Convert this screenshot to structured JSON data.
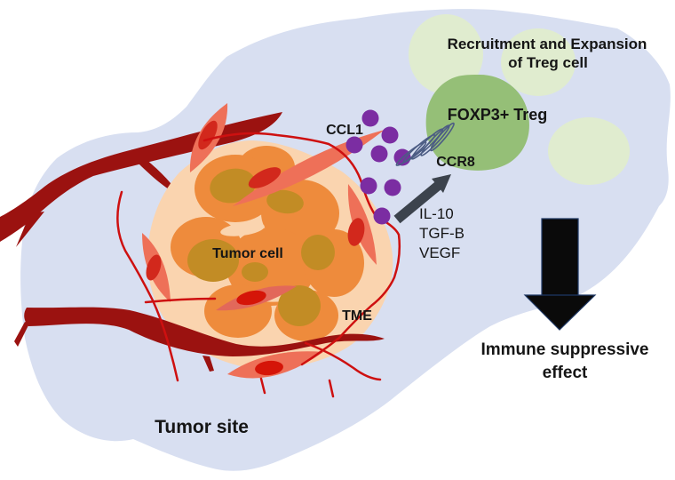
{
  "diagram": {
    "title_context": "Tumor site CCL1/CCR8 Treg recruitment schematic",
    "labels": {
      "recruitment_line1": "Recruitment and Expansion",
      "recruitment_line2": "of Treg cell",
      "foxp3_treg": "FOXP3+ Treg",
      "ccl1": "CCL1",
      "ccr8": "CCR8",
      "cytokine_1": "IL-10",
      "cytokine_2": "TGF-B",
      "cytokine_3": "VEGF",
      "tumor_cell": "Tumor cell",
      "tme": "TME",
      "tumor_site": "Tumor site",
      "effect_line1": "Immune suppressive",
      "effect_line2": "effect"
    },
    "colors": {
      "background": "#ffffff",
      "tumor_site_fill": "#d8dff1",
      "pale_green_cell": "#e0eccf",
      "treg_green": "#95bf77",
      "tme_peach": "#fad4af",
      "tumor_orange": "#ee8b3c",
      "tumor_nucleus_olive": "#c28c25",
      "fibroblast_salmon": "#ee7058",
      "fibroblast_nucleus_red": "#d2281c",
      "vessel_dark_red": "#9b1210",
      "capillary_red": "#ce1010",
      "ccl1_dot_purple": "#7b2da2",
      "receptor_outline": "#4c5c84",
      "secretion_arrow_gray": "#3c434d",
      "effect_arrow_black": "#0a0a0a"
    }
  }
}
